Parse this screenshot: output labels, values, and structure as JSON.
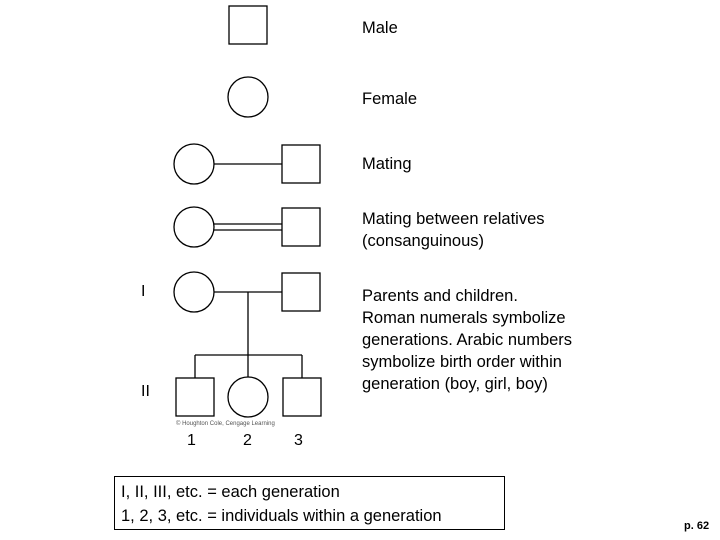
{
  "legend": {
    "male": "Male",
    "female": "Female",
    "mating": "Mating",
    "mating_relatives_line1": "Mating between relatives",
    "mating_relatives_line2": "(consanguinous)",
    "parents_children_lines": [
      "Parents and children.",
      "Roman numerals symbolize",
      "generations. Arabic numbers",
      "symbolize birth order within",
      "generation (boy, girl, boy)"
    ]
  },
  "generations": [
    "I",
    "II"
  ],
  "birth_order": [
    "1",
    "2",
    "3"
  ],
  "credit": "© Houghton Cole, Cengage Learning",
  "note": {
    "line1": "I, II, III, etc. = each generation",
    "line2": "1, 2, 3, etc. = individuals within a generation"
  },
  "page_number": "p. 62"
}
